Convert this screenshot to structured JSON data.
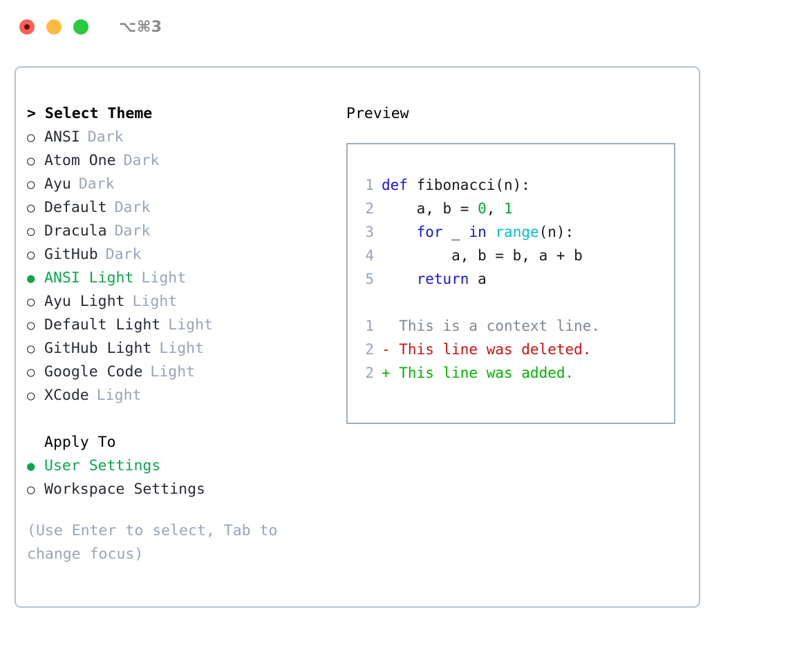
{
  "window": {
    "title": "⌥⌘3",
    "traffic_lights": [
      {
        "name": "close-button",
        "color": "#fc6058"
      },
      {
        "name": "minimize-button",
        "color": "#fdbc40"
      },
      {
        "name": "zoom-button",
        "color": "#2bc940"
      }
    ]
  },
  "colors": {
    "accent_selected": "#0aa84d",
    "muted": "#9aa5b4",
    "text": "#262b33",
    "border": "#b6c0cc",
    "preview_border": "#a0adbb",
    "keyword": "#1515e0",
    "function": "#00c2c7",
    "number": "#00a82d",
    "diff_removed": "#cc1111",
    "diff_added": "#00b300",
    "context": "#808892",
    "line_number": "#98a4b3"
  },
  "theme_picker": {
    "header": "> Select Theme",
    "markers": {
      "selected": "●",
      "unselected": "○"
    },
    "items": [
      {
        "label": "ANSI",
        "kind": "Dark",
        "selected": false
      },
      {
        "label": "Atom One",
        "kind": "Dark",
        "selected": false
      },
      {
        "label": "Ayu",
        "kind": "Dark",
        "selected": false
      },
      {
        "label": "Default",
        "kind": "Dark",
        "selected": false
      },
      {
        "label": "Dracula",
        "kind": "Dark",
        "selected": false
      },
      {
        "label": "GitHub",
        "kind": "Dark",
        "selected": false
      },
      {
        "label": "ANSI Light",
        "kind": "Light",
        "selected": true
      },
      {
        "label": "Ayu Light",
        "kind": "Light",
        "selected": false
      },
      {
        "label": "Default Light",
        "kind": "Light",
        "selected": false
      },
      {
        "label": "GitHub Light",
        "kind": "Light",
        "selected": false
      },
      {
        "label": "Google Code",
        "kind": "Light",
        "selected": false
      },
      {
        "label": "XCode",
        "kind": "Light",
        "selected": false
      }
    ]
  },
  "apply_to": {
    "title": "Apply To",
    "items": [
      {
        "label": "User Settings",
        "selected": true
      },
      {
        "label": "Workspace Settings",
        "selected": false
      }
    ]
  },
  "hint": "(Use Enter to select, Tab to change focus)",
  "preview": {
    "title": "Preview",
    "code_lines": [
      {
        "number": "1",
        "tokens": [
          {
            "text": "def",
            "type": "keyword"
          },
          {
            "text": " fibonacci(n):",
            "type": "text"
          }
        ]
      },
      {
        "number": "2",
        "tokens": [
          {
            "text": "    a, b = ",
            "type": "text"
          },
          {
            "text": "0",
            "type": "number"
          },
          {
            "text": ", ",
            "type": "text"
          },
          {
            "text": "1",
            "type": "number"
          }
        ]
      },
      {
        "number": "3",
        "tokens": [
          {
            "text": "    ",
            "type": "text"
          },
          {
            "text": "for",
            "type": "keyword"
          },
          {
            "text": " _ ",
            "type": "text"
          },
          {
            "text": "in",
            "type": "keyword"
          },
          {
            "text": " ",
            "type": "text"
          },
          {
            "text": "range",
            "type": "function"
          },
          {
            "text": "(n):",
            "type": "text"
          }
        ]
      },
      {
        "number": "4",
        "tokens": [
          {
            "text": "        a, b = b, a + b",
            "type": "text"
          }
        ]
      },
      {
        "number": "5",
        "tokens": [
          {
            "text": "    ",
            "type": "text"
          },
          {
            "text": "return",
            "type": "keyword"
          },
          {
            "text": " a",
            "type": "text"
          }
        ]
      }
    ],
    "diff_lines": [
      {
        "number": "1",
        "text": "  This is a context line.",
        "type": "context"
      },
      {
        "number": "2",
        "text": "- This line was deleted.",
        "type": "removed"
      },
      {
        "number": "2",
        "text": "+ This line was added.",
        "type": "added"
      }
    ]
  }
}
